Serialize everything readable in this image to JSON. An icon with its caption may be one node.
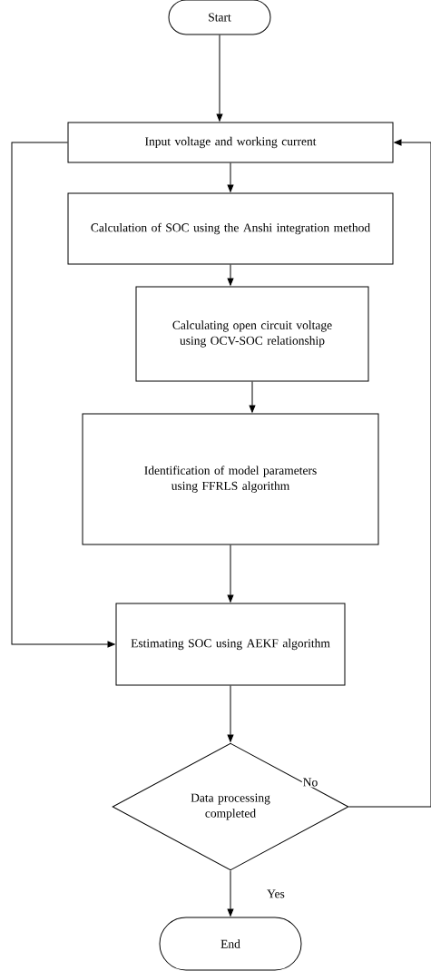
{
  "diagram": {
    "nodes": [
      {
        "text": [
          "Start"
        ]
      },
      {
        "text": [
          "Input voltage and working current"
        ]
      },
      {
        "text": [
          "Calculation of SOC using the Anshi integration method"
        ]
      },
      {
        "text": [
          "Calculating open circuit voltage using OCV-SOC relationship"
        ]
      },
      {
        "text": [
          "Identification of model parameters using FFRLS algorithm"
        ]
      },
      {
        "text": [
          "Estimating SOC using AEKF algorithm"
        ]
      },
      {
        "text": [
          "Data processing completed"
        ]
      },
      {
        "text": [
          "End"
        ]
      }
    ],
    "edges": [
      {
        "from": 0,
        "to": 1,
        "arrow": "to"
      },
      {
        "from": 1,
        "to": 2,
        "arrow": "to"
      },
      {
        "from": 2,
        "to": 3,
        "arrow": "to"
      },
      {
        "from": 3,
        "to": 4,
        "arrow": "to"
      },
      {
        "from": 4,
        "to": 5,
        "arrow": "to"
      },
      {
        "from": 5,
        "to": 6,
        "arrow": "to"
      },
      {
        "from": 6,
        "to": 7,
        "arrow": "to",
        "label": "Yes"
      },
      {
        "from": 6,
        "to": 1,
        "arrow": "to",
        "label": "No"
      },
      {
        "from": 1,
        "to": 5,
        "arrow": "to"
      }
    ]
  }
}
